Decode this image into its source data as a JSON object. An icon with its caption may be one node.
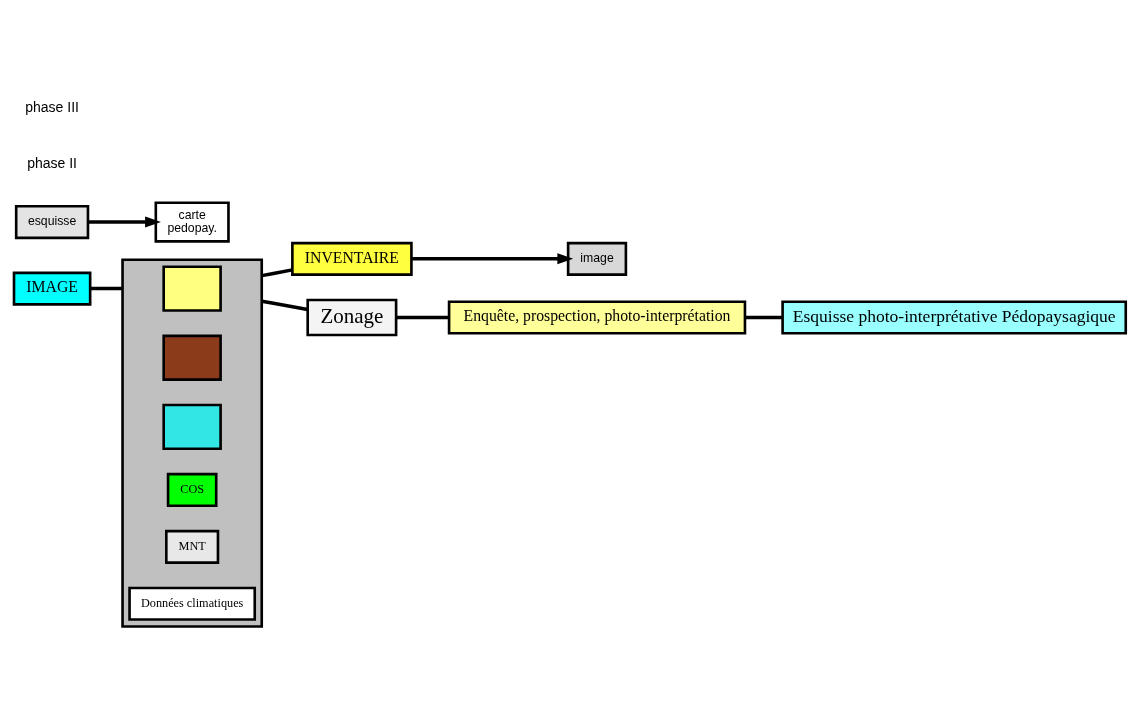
{
  "diagram": {
    "nodes": [
      {
        "text": [
          "IMAGE"
        ]
      },
      {
        "text": [],
        "shape": "box"
      },
      {
        "text": [],
        "shape": "box",
        "in": 1
      },
      {
        "text": [],
        "shape": "box",
        "in": 1
      },
      {
        "text": [],
        "shape": "box",
        "in": 1
      },
      {
        "text": [
          "COS"
        ],
        "in": 1
      },
      {
        "text": [
          "MNT"
        ],
        "in": 1
      },
      {
        "text": [
          "Données climatiques"
        ],
        "in": 1
      },
      {
        "text": [
          "INVENTAIRE"
        ]
      },
      {
        "text": [
          "Zonage"
        ]
      },
      {
        "text": [
          "Enquête, prospection, photo-interprétation"
        ]
      },
      {
        "text": [
          "Esquisse photo-interprétative Pédopaysagique"
        ]
      },
      {
        "text": [
          "image"
        ]
      },
      {
        "text": [
          "esquisse"
        ]
      },
      {
        "text": [
          "carte",
          "pedopay."
        ]
      }
    ],
    "edges": [
      {
        "from": 0,
        "to": 1,
        "arrow": "none"
      },
      {
        "from": 1,
        "to": 8,
        "arrow": "none"
      },
      {
        "from": 8,
        "to": 12,
        "arrow": "to"
      },
      {
        "from": 1,
        "to": 9,
        "arrow": "none"
      },
      {
        "from": 9,
        "to": 10,
        "arrow": "none"
      },
      {
        "from": 10,
        "to": 11,
        "arrow": "none"
      },
      {
        "from": 13,
        "to": 14,
        "arrow": "to"
      }
    ],
    "labels": [
      "phase II",
      "phase III"
    ]
  }
}
